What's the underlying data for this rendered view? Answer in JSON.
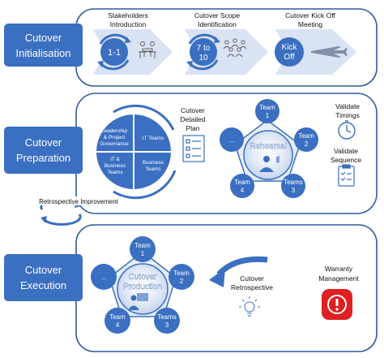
{
  "phases": [
    {
      "label_1": "Cutover",
      "label_2": "Initialisation"
    },
    {
      "label_1": "Cutover",
      "label_2": "Preparation"
    },
    {
      "label_1": "Cutover",
      "label_2": "Execution"
    }
  ],
  "initialisation": {
    "steps": [
      {
        "title_1": "Stakeholders",
        "title_2": "Introduction",
        "badge_1": "1-1",
        "badge_2": ""
      },
      {
        "title_1": "Cutover Scope",
        "title_2": "Identification",
        "badge_1": "7 to",
        "badge_2": "10"
      },
      {
        "title_1": "Cutover Kick Off",
        "title_2": "Meeting",
        "badge_1": "Kick",
        "badge_2": "Off"
      }
    ]
  },
  "preparation": {
    "quadrants": [
      {
        "line_1": "Leadership",
        "line_2": "& Project",
        "line_3": "Governance"
      },
      {
        "line_1": "IT Teams",
        "line_2": "",
        "line_3": ""
      },
      {
        "line_1": "IT &",
        "line_2": "Business",
        "line_3": "Teams"
      },
      {
        "line_1": "Business",
        "line_2": "Teams",
        "line_3": ""
      }
    ],
    "plan_1": "Cutover",
    "plan_2": "Detailed",
    "plan_3": "Plan",
    "retro_label": "Retrospective Improvement",
    "hub_label": "Rehearsal",
    "teams": [
      {
        "line_1": "Team",
        "line_2": "1"
      },
      {
        "line_1": "Team",
        "line_2": "2"
      },
      {
        "line_1": "Teams",
        "line_2": "3"
      },
      {
        "line_1": "Team",
        "line_2": "4"
      },
      {
        "line_1": "...",
        "line_2": ""
      }
    ],
    "validate_timings_1": "Validate",
    "validate_timings_2": "Timings",
    "validate_sequence_1": "Validate",
    "validate_sequence_2": "Sequence"
  },
  "execution": {
    "hub_1": "Cutover",
    "hub_2": "Production",
    "teams": [
      {
        "line_1": "Team",
        "line_2": "1"
      },
      {
        "line_1": "Team",
        "line_2": "2"
      },
      {
        "line_1": "Teams",
        "line_2": "3"
      },
      {
        "line_1": "Team",
        "line_2": "4"
      },
      {
        "line_1": "...",
        "line_2": ""
      }
    ],
    "retro_1": "Cutover",
    "retro_2": "Retrospective",
    "warranty_1": "Warranty",
    "warranty_2": "Management"
  },
  "colors": {
    "primary": "#3A6FC1",
    "primary_dark": "#2F5C9E",
    "arrow_fill": "#D9E3F3",
    "red": "#E02020",
    "panel_border": "#2F5C9E"
  }
}
